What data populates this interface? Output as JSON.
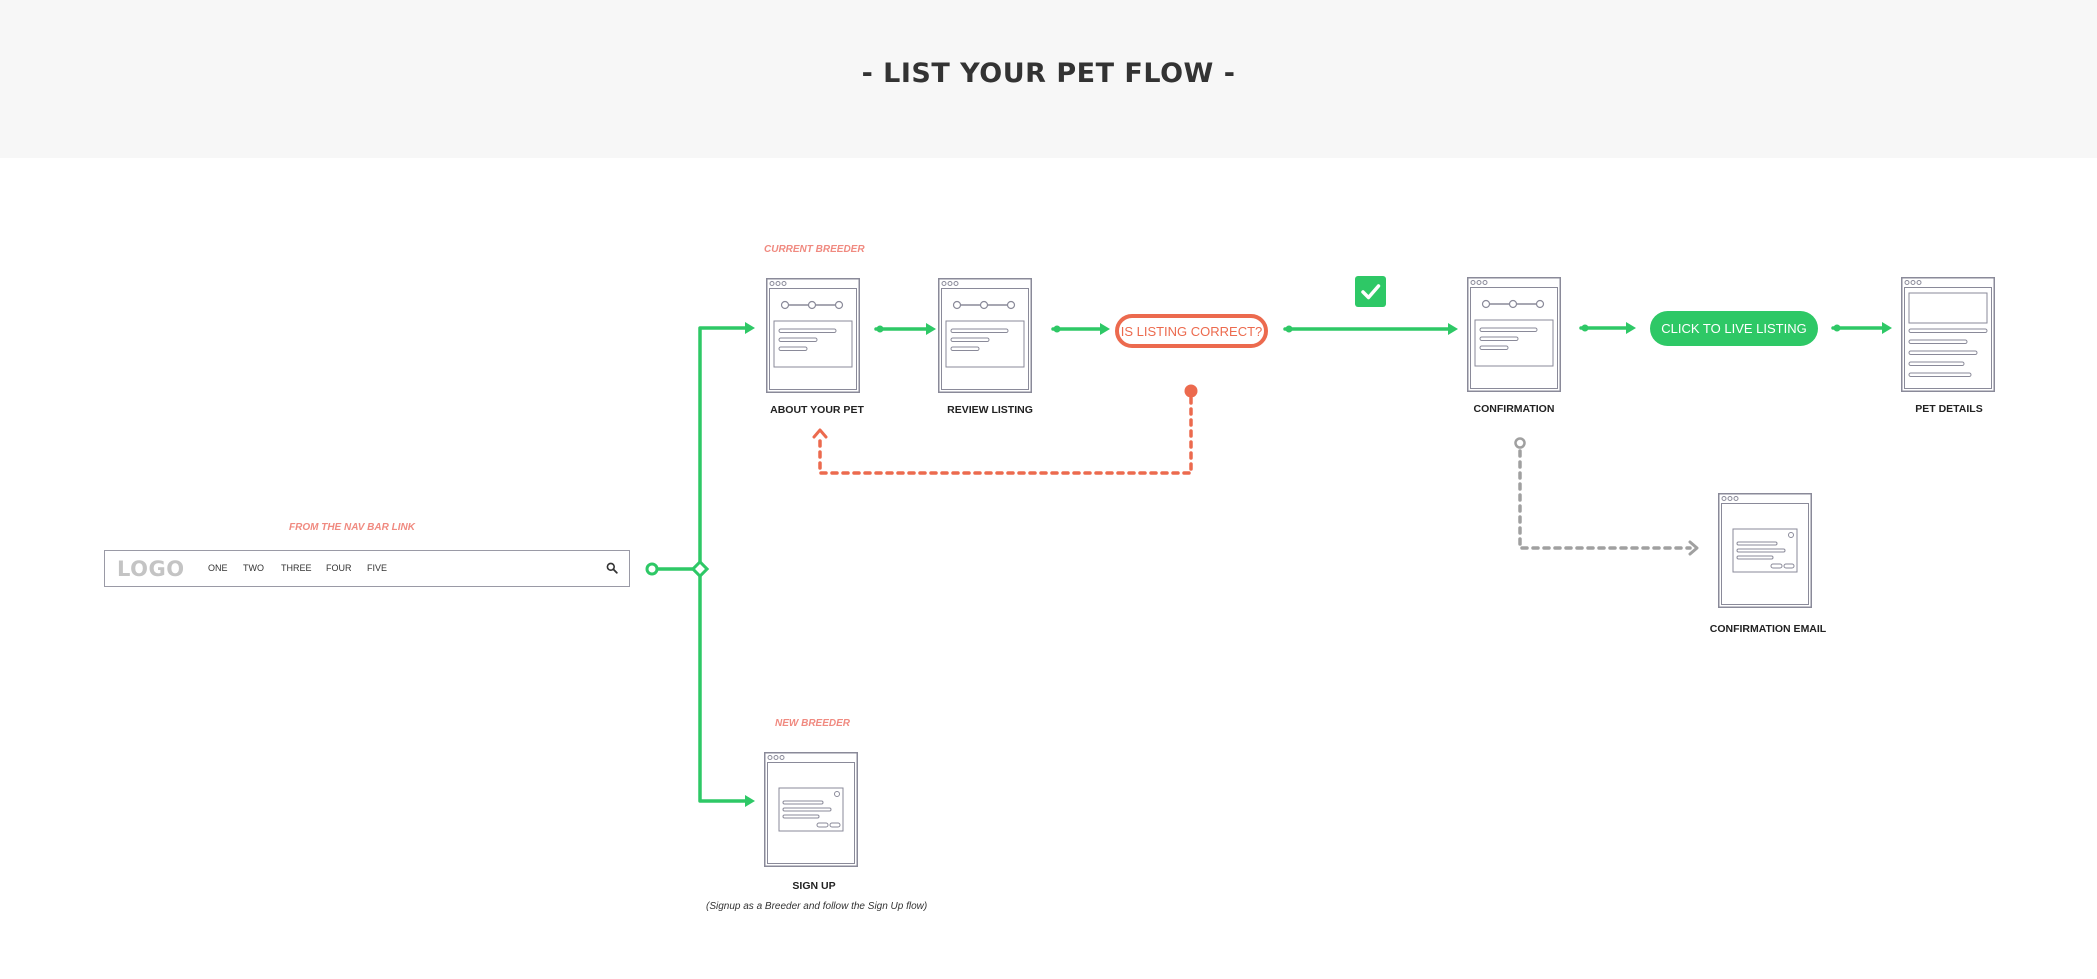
{
  "title": "- LIST YOUR PET FLOW -",
  "colors": {
    "flow_green": "#2ec866",
    "error_orange": "#ec6a4e",
    "secondary_grey": "#a0a0a0",
    "note_pink": "#f08a80",
    "wireframe_grey": "#8a8a99"
  },
  "notes": {
    "current_breeder": "CURRENT BREEDER",
    "new_breeder": "NEW BREEDER",
    "nav_bar": "FROM THE NAV BAR LINK"
  },
  "navbar": {
    "logo": "LOGO",
    "items": [
      "ONE",
      "TWO",
      "THREE",
      "FOUR",
      "FIVE"
    ],
    "icon": "search-icon"
  },
  "screens": {
    "about_your_pet": "ABOUT YOUR PET",
    "review_listing": "REVIEW LISTING",
    "confirmation": "CONFIRMATION",
    "pet_details": "PET DETAILS",
    "confirmation_email": "CONFIRMATION EMAIL",
    "sign_up": "SIGN UP"
  },
  "sign_up_note": "(Signup as a Breeder and follow the Sign Up flow)",
  "decision": {
    "question": "IS LISTING CORRECT?",
    "yes_icon": "check-icon"
  },
  "cta": "CLICK TO LIVE LISTING"
}
